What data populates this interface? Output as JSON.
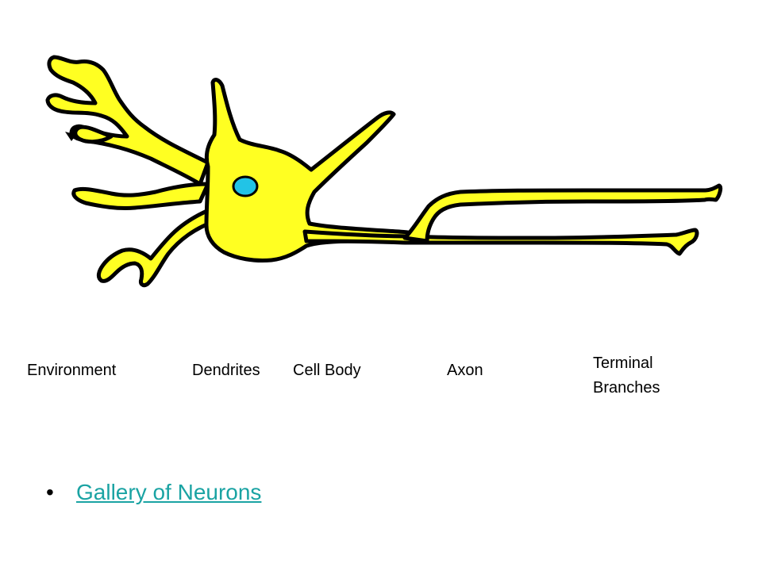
{
  "labels": {
    "environment": "Environment",
    "dendrites": "Dendrites",
    "cell_body": "Cell Body",
    "axon": "Axon",
    "terminal_line1": "Terminal",
    "terminal_line2": "Branches"
  },
  "bullet": {
    "symbol": "•",
    "link_text": "Gallery of Neurons"
  },
  "colors": {
    "neuron_fill": "#ffff22",
    "neuron_outline": "#000000",
    "nucleus": "#22c3e6",
    "link": "#1aa3a3"
  }
}
